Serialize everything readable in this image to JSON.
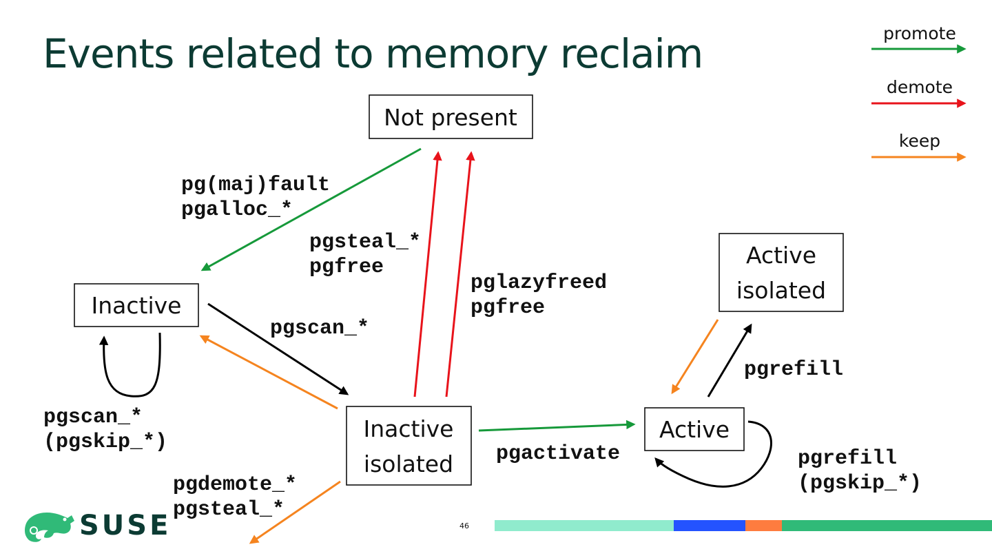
{
  "title": "Events related to memory reclaim",
  "legend": [
    {
      "label": "promote",
      "color": "#16993a"
    },
    {
      "label": "demote",
      "color": "#e8131b"
    },
    {
      "label": "keep",
      "color": "#f5841f"
    }
  ],
  "nodes": {
    "not_present": [
      "Not present"
    ],
    "inactive": [
      "Inactive"
    ],
    "inactive_isolated": [
      "Inactive",
      "isolated"
    ],
    "active": [
      "Active"
    ],
    "active_isolated": [
      "Active",
      "isolated"
    ]
  },
  "events": {
    "fault": [
      "pg(maj)fault",
      "pgalloc_*"
    ],
    "steal_free": [
      "pgsteal_*",
      "pgfree"
    ],
    "lazyfree": [
      "pglazyfreed",
      "pgfree"
    ],
    "scan": [
      "pgscan_*"
    ],
    "scan_skip": [
      "pgscan_*",
      "(pgskip_*)"
    ],
    "activate": [
      "pgactivate"
    ],
    "refill": [
      "pgrefill"
    ],
    "refill_skip": [
      "pgrefill",
      "(pgskip_*)"
    ],
    "demote": [
      "pgdemote_*",
      "pgsteal_*"
    ]
  },
  "colors": {
    "promote": "#16993a",
    "demote": "#e8131b",
    "keep": "#f5841f",
    "neutral": "#000000",
    "title": "#0c3b33"
  },
  "footer": {
    "page_number": "46",
    "logo_text": "SUSE",
    "bar_colors": [
      "#90ebcd",
      "#2453ff",
      "#fe7c3f",
      "#30ba78"
    ]
  }
}
